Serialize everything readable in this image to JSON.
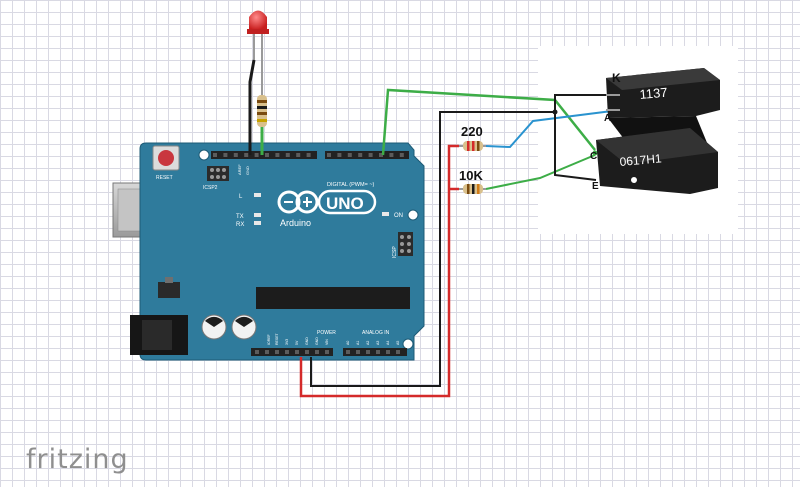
{
  "brand": "fritzing",
  "arduino": {
    "logo_text": "UNO",
    "name": "Arduino",
    "reset_label": "RESET",
    "icsp2_label": "ICSP2",
    "icsp_label": "ICSP",
    "digital_label": "DIGITAL (PWM= ~)",
    "analog_label": "ANALOG IN",
    "power_label": "POWER",
    "led_labels": [
      "L",
      "TX",
      "RX"
    ],
    "on_label": "ON",
    "aref_label": "AREF",
    "gnd_label": "GND",
    "power_pins": [
      "IOREF",
      "RESET",
      "3V3",
      "5V",
      "GND",
      "GND",
      "VIN"
    ],
    "analog_pins": [
      "A0",
      "A1",
      "A2",
      "A3",
      "A4",
      "A5"
    ]
  },
  "resistors": [
    {
      "label": "220"
    },
    {
      "label": "10K"
    }
  ],
  "sensor": {
    "top_marking": "1137",
    "bottom_marking": "0617H1",
    "pins": {
      "k": "K",
      "a": "A",
      "c": "C",
      "e": "E"
    }
  },
  "colors": {
    "board": "#2f7b9c",
    "wire_green": "#3dad47",
    "wire_blue": "#2a93cf",
    "wire_red": "#d42a2a",
    "wire_black": "#1a1a1a",
    "led": "#e23a3a"
  }
}
